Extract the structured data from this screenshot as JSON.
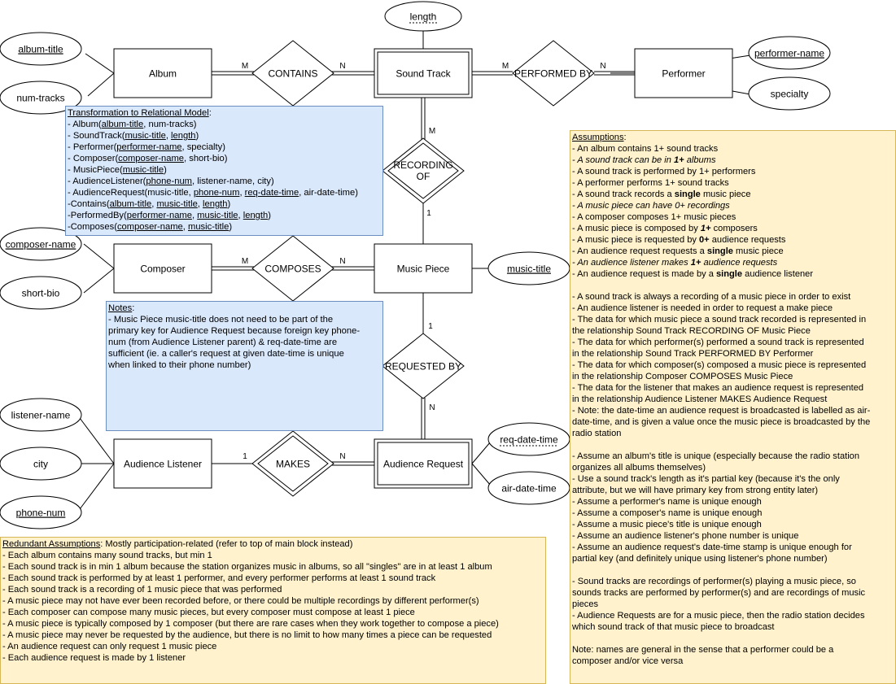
{
  "entities": {
    "album": "Album",
    "sound_track": "Sound Track",
    "performer": "Performer",
    "composer": "Composer",
    "music_piece": "Music Piece",
    "audience_listener": "Audience Listener",
    "audience_request": "Audience Request"
  },
  "relationships": {
    "contains": "CONTAINS",
    "performed_by": "PERFORMED BY",
    "recording_of_1": "RECORDING",
    "recording_of_2": "OF",
    "composes": "COMPOSES",
    "requested_by": "REQUESTED BY",
    "makes": "MAKES"
  },
  "attributes": {
    "album_title": "album-title",
    "num_tracks": "num-tracks",
    "length": "length",
    "performer_name": "performer-name",
    "specialty": "specialty",
    "composer_name": "composer-name",
    "short_bio": "short-bio",
    "music_title": "music-title",
    "listener_name": "listener-name",
    "city": "city",
    "phone_num": "phone-num",
    "req_date_time": "req-date-time",
    "air_date_time": "air-date-time"
  },
  "cardinalities": {
    "contains_album": "M",
    "contains_track": "N",
    "performed_track": "M",
    "performed_performer": "N",
    "recording_track": "M",
    "recording_piece": "1",
    "composes_composer": "M",
    "composes_piece": "N",
    "requested_piece": "1",
    "requested_request": "N",
    "makes_listener": "1",
    "makes_request": "N"
  },
  "relational_model": {
    "heading": "Transformation to Relational Model",
    "heading_suffix": ":",
    "lines": [
      [
        {
          "t": "- Album("
        },
        {
          "t": "album-title",
          "u": true
        },
        {
          "t": ", num-tracks)"
        }
      ],
      [
        {
          "t": "- SoundTrack("
        },
        {
          "t": "music-title",
          "u": true
        },
        {
          "t": ", "
        },
        {
          "t": "length",
          "u": true
        },
        {
          "t": ")"
        }
      ],
      [
        {
          "t": "- Performer("
        },
        {
          "t": "performer-name",
          "u": true
        },
        {
          "t": ", specialty)"
        }
      ],
      [
        {
          "t": "- Composer("
        },
        {
          "t": "composer-name",
          "u": true
        },
        {
          "t": ", short-bio)"
        }
      ],
      [
        {
          "t": "- MusicPiece("
        },
        {
          "t": "music-title",
          "u": true
        },
        {
          "t": ")"
        }
      ],
      [
        {
          "t": "- AudienceListener("
        },
        {
          "t": "phone-num",
          "u": true
        },
        {
          "t": ", listener-name, city)"
        }
      ],
      [
        {
          "t": "- AudienceRequest(music-title, "
        },
        {
          "t": "phone-num",
          "u": true
        },
        {
          "t": ", "
        },
        {
          "t": "req-date-time",
          "u": true
        },
        {
          "t": ", air-date-time)"
        }
      ],
      [
        {
          "t": "-Contains("
        },
        {
          "t": "album-title",
          "u": true
        },
        {
          "t": ", "
        },
        {
          "t": "music-title",
          "u": true
        },
        {
          "t": ", "
        },
        {
          "t": "length",
          "u": true
        },
        {
          "t": ")"
        }
      ],
      [
        {
          "t": "-PerformedBy("
        },
        {
          "t": "performer-name",
          "u": true
        },
        {
          "t": ", "
        },
        {
          "t": "music-title",
          "u": true
        },
        {
          "t": ", "
        },
        {
          "t": "length",
          "u": true
        },
        {
          "t": ")"
        }
      ],
      [
        {
          "t": "-Composes("
        },
        {
          "t": "composer-name",
          "u": true
        },
        {
          "t": ", "
        },
        {
          "t": "music-title",
          "u": true
        },
        {
          "t": ")"
        }
      ]
    ]
  },
  "notes": {
    "heading": "Notes",
    "heading_suffix": ":",
    "lines": [
      "- Music Piece music-title does not need to be part of the",
      "primary key for Audience Request because foreign key phone-",
      "num (from Audience Listener parent) & req-date-time are",
      "sufficient (ie. a caller's request at given date-time is unique",
      "when linked to their phone number)"
    ]
  },
  "assumptions": {
    "heading": "Assumptions",
    "heading_suffix": ":",
    "lines": [
      [
        {
          "t": "- An album contains 1+ sound tracks"
        }
      ],
      [
        {
          "t": "- A sound track can be in ",
          "i": true
        },
        {
          "t": "1+",
          "i": true,
          "b": true
        },
        {
          "t": " albums",
          "i": true
        }
      ],
      [
        {
          "t": "- A sound track is performed by 1+ performers"
        }
      ],
      [
        {
          "t": "- A performer performs 1+ sound tracks"
        }
      ],
      [
        {
          "t": "- A sound track records a "
        },
        {
          "t": "single",
          "b": true
        },
        {
          "t": " music piece"
        }
      ],
      [
        {
          "t": "- A music piece can have 0+ recordings",
          "i": true
        }
      ],
      [
        {
          "t": "- A composer composes 1+ music pieces"
        }
      ],
      [
        {
          "t": "- A music piece is composed by "
        },
        {
          "t": "1+",
          "b": true,
          "i": true
        },
        {
          "t": " composers"
        }
      ],
      [
        {
          "t": "- A music piece is requested by "
        },
        {
          "t": "0+",
          "b": true
        },
        {
          "t": " audience requests"
        }
      ],
      [
        {
          "t": "- An audience request requests a "
        },
        {
          "t": "single",
          "b": true
        },
        {
          "t": " music piece"
        }
      ],
      [
        {
          "t": "- An audience listener makes ",
          "i": true
        },
        {
          "t": "1+",
          "i": true,
          "b": true
        },
        {
          "t": " audience requests",
          "i": true
        }
      ],
      [
        {
          "t": "- An audience request is made by a "
        },
        {
          "t": "single",
          "b": true
        },
        {
          "t": " audience listener"
        }
      ],
      [],
      [
        {
          "t": "- A sound track is always a recording of a music piece in order to exist"
        }
      ],
      [
        {
          "t": "- An audience listener is needed in order to request a make piece"
        }
      ],
      [
        {
          "t": "- The data for which music piece a sound track recorded is represented in"
        }
      ],
      [
        {
          "t": "the relationship Sound Track RECORDING OF Music Piece"
        }
      ],
      [
        {
          "t": "- The data for which performer(s) performed a sound track is represented"
        }
      ],
      [
        {
          "t": "in the relationship Sound Track PERFORMED BY Performer"
        }
      ],
      [
        {
          "t": "- The data for which composer(s) composed a music piece is represented"
        }
      ],
      [
        {
          "t": "in the relationship Composer COMPOSES Music Piece"
        }
      ],
      [
        {
          "t": "- The data for the listener that makes an audience request is represented"
        }
      ],
      [
        {
          "t": "in the relationship Audience Listener MAKES Audience Request"
        }
      ],
      [
        {
          "t": "- Note: the date-time an audience request is broadcasted is labelled as air-"
        }
      ],
      [
        {
          "t": "date-time, and is given a value once the music piece is broadcasted by the"
        }
      ],
      [
        {
          "t": "radio station"
        }
      ],
      [],
      [
        {
          "t": "- Assume an album's title is unique (especially because the radio station"
        }
      ],
      [
        {
          "t": "organizes all albums themselves)"
        }
      ],
      [
        {
          "t": "- Use a sound track's length as it's partial key (because it's the only"
        }
      ],
      [
        {
          "t": "attribute, but we will have primary key from strong entity later)"
        }
      ],
      [
        {
          "t": "- Assume a performer's name is unique enough"
        }
      ],
      [
        {
          "t": "- Assume a composer's name is unique enough"
        }
      ],
      [
        {
          "t": "- Assume a music piece's title is unique enough"
        }
      ],
      [
        {
          "t": "- Assume an audience listener's phone number is unique"
        }
      ],
      [
        {
          "t": "- Assume an audience request's date-time stamp is unique enough for"
        }
      ],
      [
        {
          "t": "partial key (and definitely unique using listener's phone number)"
        }
      ],
      [],
      [
        {
          "t": "- Sound tracks are recordings of performer(s) playing a music piece, so"
        }
      ],
      [
        {
          "t": "sounds tracks are performed by performer(s) and are recordings of music"
        }
      ],
      [
        {
          "t": "pieces"
        }
      ],
      [
        {
          "t": "- Audience Requests are for a music piece, then the radio station decides"
        }
      ],
      [
        {
          "t": "which sound track of that music piece to broadcast"
        }
      ],
      [],
      [
        {
          "t": "Note: names are general in the sense that a performer could be a"
        }
      ],
      [
        {
          "t": "composer and/or vice versa"
        }
      ]
    ]
  },
  "redundant": {
    "heading": "Redundant Assumptions",
    "heading_suffix": ": Mostly participation-related (refer to top of main block instead)",
    "lines": [
      "- Each album contains many sound tracks, but min 1",
      "- Each sound track is in min 1 album because the station organizes music in albums, so all \"singles\" are in at least 1 album",
      "- Each sound track is performed by at least 1 performer, and every performer performs at least 1 sound track",
      "- Each sound track is a recording of 1 music piece that was performed",
      "- A music piece may not have ever been recorded before, or there could be multiple recordings by different performer(s)",
      "- Each composer can compose many music pieces, but every composer must compose at least 1 piece",
      "- A music piece is typically composed by 1 composer (but there are rare cases when they work together to compose a piece)",
      "- A music piece may never be requested by the audience, but there is no limit to how many times a piece can be requested",
      "- An audience request can only request 1 music piece",
      "- Each audience request is made by 1 listener"
    ]
  },
  "colors": {
    "blue_fill": "#dae8fc",
    "blue_stroke": "#6c8ebf",
    "yellow_fill": "#fff2cc",
    "yellow_stroke": "#d6b656",
    "line": "#000000"
  }
}
